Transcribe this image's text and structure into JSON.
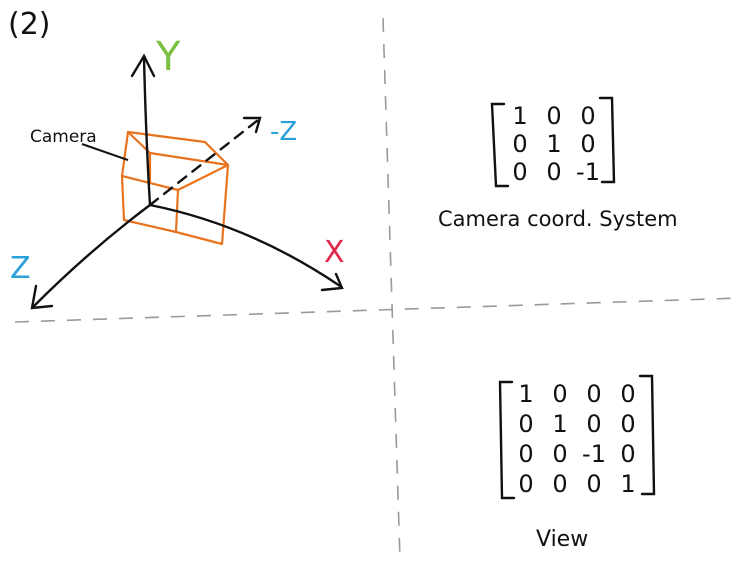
{
  "problem_label": "(2)",
  "axes": {
    "y": {
      "label": "Y",
      "color": "#7ac143"
    },
    "neg_z": {
      "label": "-Z",
      "color": "#2aa0d8"
    },
    "z": {
      "label": "Z",
      "color": "#2aa0d8"
    },
    "x": {
      "label": "X",
      "color": "#e0284a"
    }
  },
  "camera_label": "Camera",
  "camera_color": "#e8731e",
  "camera_matrix": {
    "rows": [
      [
        "1",
        "0",
        "0"
      ],
      [
        "0",
        "1",
        "0"
      ],
      [
        "0",
        "0",
        "-1"
      ]
    ],
    "caption": "Camera coord. System"
  },
  "view_matrix": {
    "rows": [
      [
        "1",
        "0",
        "0",
        "0"
      ],
      [
        "0",
        "1",
        "0",
        "0"
      ],
      [
        "0",
        "0",
        "-1",
        "0"
      ],
      [
        "0",
        "0",
        "0",
        "1"
      ]
    ],
    "caption": "View"
  }
}
